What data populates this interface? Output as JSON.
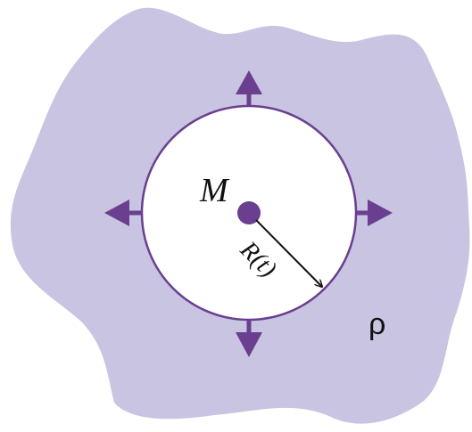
{
  "labels": {
    "mass": "M",
    "radius": "R(t)",
    "density": "ρ"
  },
  "colors": {
    "medium_fill": "#c8c4e2",
    "accent": "#6a3f8f",
    "bubble_fill": "#ffffff",
    "text": "#111111"
  },
  "icons": [
    "arrow-up-icon",
    "arrow-down-icon",
    "arrow-left-icon",
    "arrow-right-icon",
    "radius-arrow-icon"
  ]
}
